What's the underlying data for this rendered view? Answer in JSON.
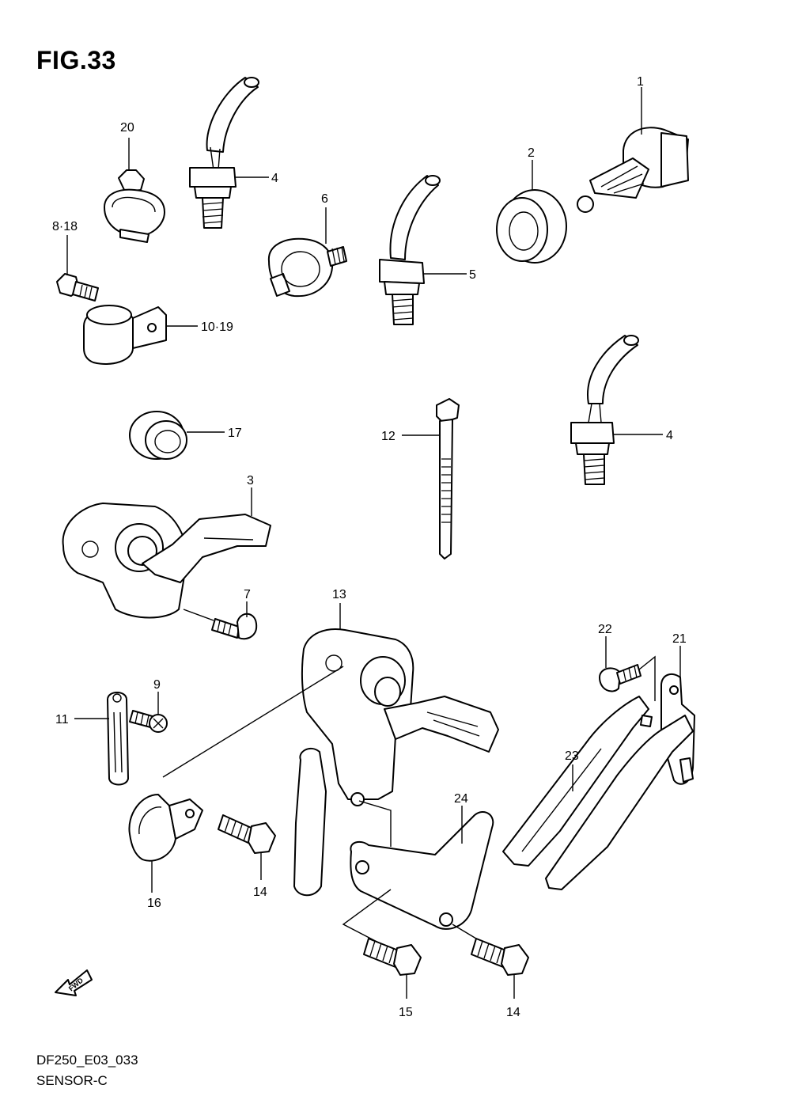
{
  "figure": {
    "title": "FIG.33",
    "model_code": "DF250_E03_033",
    "section": "SENSOR-C",
    "fwd_label": "FWD"
  },
  "callouts": {
    "c1": "1",
    "c2": "2",
    "c3": "3",
    "c4a": "4",
    "c4b": "4",
    "c5": "5",
    "c6": "6",
    "c7": "7",
    "c8_18": "8·18",
    "c9": "9",
    "c10_19": "10·19",
    "c11": "11",
    "c12": "12",
    "c13": "13",
    "c14a": "14",
    "c14b": "14",
    "c15": "15",
    "c16": "16",
    "c17": "17",
    "c20": "20",
    "c21": "21",
    "c22": "22",
    "c23": "23",
    "c24": "24"
  }
}
